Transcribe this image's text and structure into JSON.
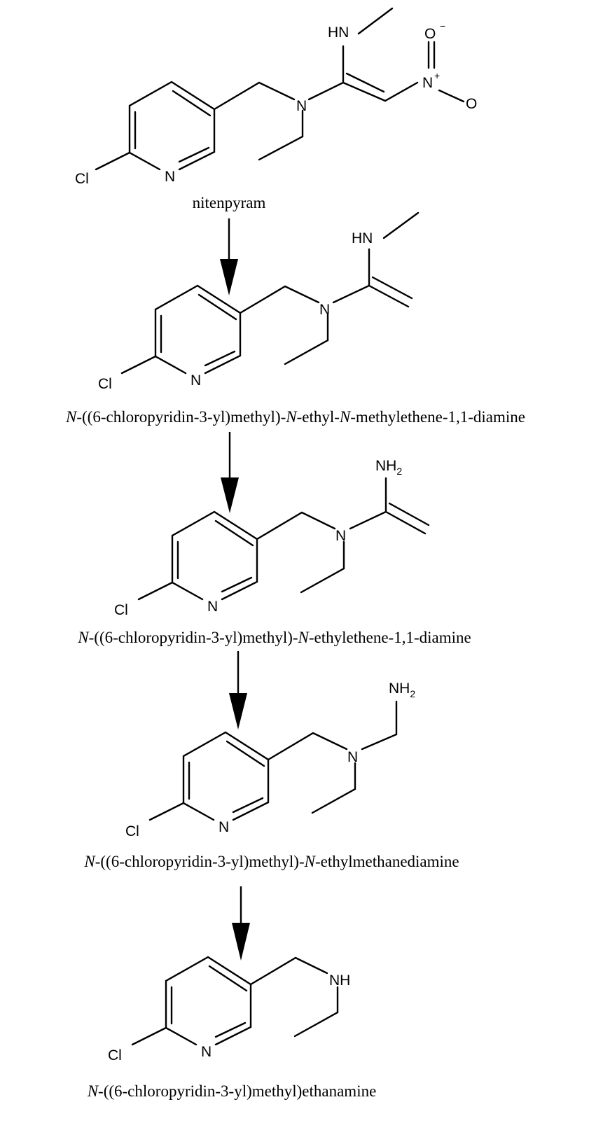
{
  "compounds": [
    {
      "label": [
        {
          "text": "nitenpyram",
          "italic": false
        }
      ],
      "atoms": {
        "cl": "Cl",
        "pyridine_n": "N",
        "amine_n": "N",
        "hn": "HN",
        "nitro_n": "N",
        "nitro_plus": "+",
        "o_top": "O",
        "o_minus": "−",
        "o_bottom": "O"
      }
    },
    {
      "label": [
        {
          "text": "N",
          "italic": true
        },
        {
          "text": "-((6-chloropyridin-3-yl)methyl)-",
          "italic": false
        },
        {
          "text": "N",
          "italic": true
        },
        {
          "text": "-ethyl-",
          "italic": false
        },
        {
          "text": "N",
          "italic": true
        },
        {
          "text": "-methylethene-1,1-diamine",
          "italic": false
        }
      ],
      "atoms": {
        "cl": "Cl",
        "pyridine_n": "N",
        "amine_n": "N",
        "hn": "HN"
      }
    },
    {
      "label": [
        {
          "text": "N",
          "italic": true
        },
        {
          "text": "-((6-chloropyridin-3-yl)methyl)-",
          "italic": false
        },
        {
          "text": "N",
          "italic": true
        },
        {
          "text": "-ethylethene-1,1-diamine",
          "italic": false
        }
      ],
      "atoms": {
        "cl": "Cl",
        "pyridine_n": "N",
        "amine_n": "N",
        "nh": "NH",
        "nh_sub": "2"
      }
    },
    {
      "label": [
        {
          "text": "N",
          "italic": true
        },
        {
          "text": "-((6-chloropyridin-3-yl)methyl)-",
          "italic": false
        },
        {
          "text": "N",
          "italic": true
        },
        {
          "text": "-ethylmethanediamine",
          "italic": false
        }
      ],
      "atoms": {
        "cl": "Cl",
        "pyridine_n": "N",
        "amine_n": "N",
        "nh": "NH",
        "nh_sub": "2"
      }
    },
    {
      "label": [
        {
          "text": "N",
          "italic": true
        },
        {
          "text": "-((6-chloropyridin-3-yl)methyl)ethanamine",
          "italic": false
        }
      ],
      "atoms": {
        "cl": "Cl",
        "pyridine_n": "N",
        "amine_nh": "NH"
      }
    }
  ]
}
